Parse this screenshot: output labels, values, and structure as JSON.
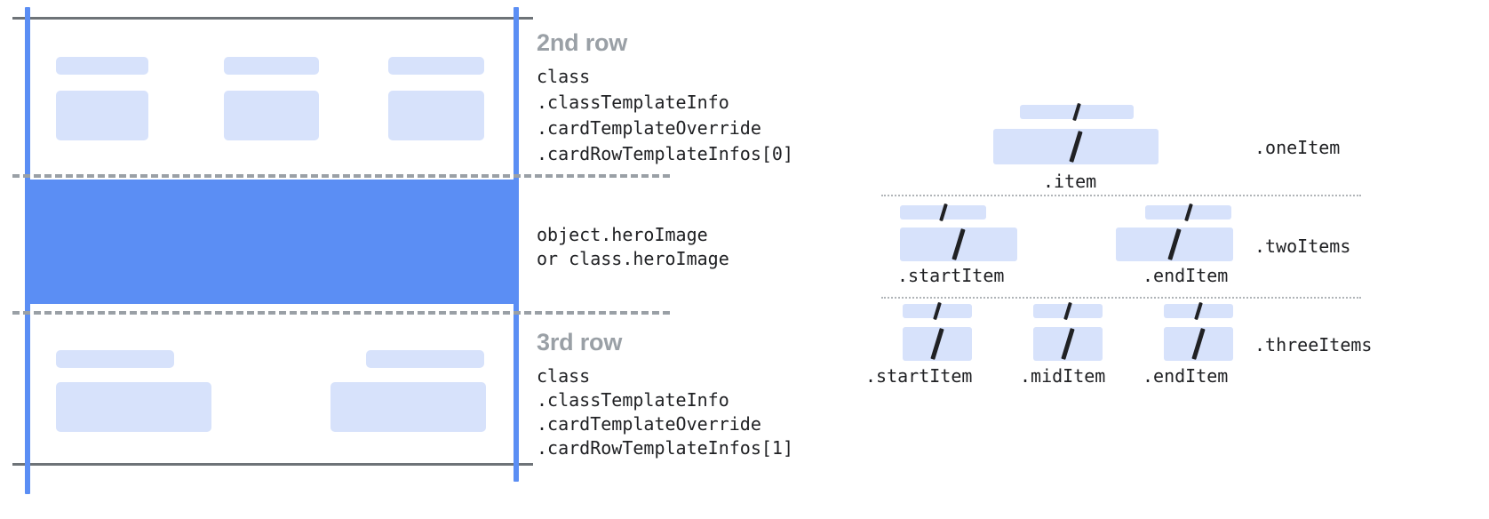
{
  "diagram": {
    "title_hidden": "",
    "colors": {
      "accent_blue": "#5b8ef4",
      "placeholder_blue": "#d7e2fb",
      "rule_gray": "#6e7378",
      "dash_gray": "#9aa0a6",
      "text_dark": "#202124",
      "heading_gray": "#9aa0a6"
    }
  },
  "card": {
    "second_row": {
      "heading": "2nd row",
      "code_lines": [
        "class",
        ".classTemplateInfo",
        ".cardTemplateOverride",
        ".cardRowTemplateInfos[0]"
      ]
    },
    "hero": {
      "code_lines": [
        "object.heroImage",
        "or class.heroImage"
      ]
    },
    "third_row": {
      "heading": "3rd row",
      "code_lines": [
        "class",
        ".classTemplateInfo",
        ".cardTemplateOverride",
        ".cardRowTemplateInfos[1]"
      ]
    }
  },
  "item_layouts": [
    {
      "name": ".oneItem",
      "items": [
        {
          "label": ".item"
        }
      ]
    },
    {
      "name": ".twoItems",
      "items": [
        {
          "label": ".startItem"
        },
        {
          "label": ".endItem"
        }
      ]
    },
    {
      "name": ".threeItems",
      "items": [
        {
          "label": ".startItem"
        },
        {
          "label": ".midItem"
        },
        {
          "label": ".endItem"
        }
      ]
    }
  ]
}
